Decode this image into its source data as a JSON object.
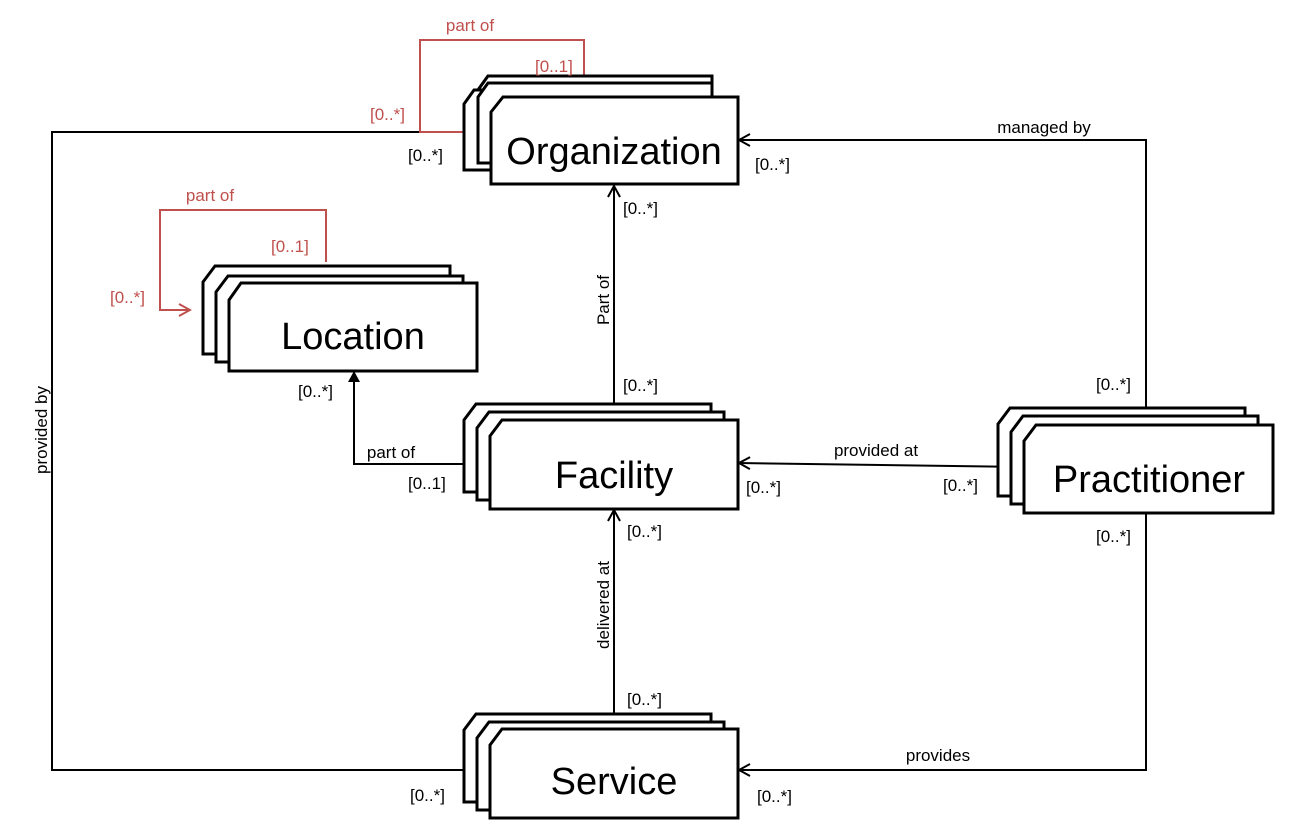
{
  "colors": {
    "line": "#000000",
    "self_relation": "#c0504d",
    "background": "#ffffff"
  },
  "nodes": {
    "organization": "Organization",
    "location": "Location",
    "facility": "Facility",
    "practitioner": "Practitioner",
    "service": "Service"
  },
  "relations": {
    "organization_part_of": {
      "label": "part of",
      "upper": "[0..1]",
      "lower": "[0..*]"
    },
    "location_part_of": {
      "label": "part of",
      "upper": "[0..1]",
      "lower": "[0..*]"
    },
    "service_provided_by": {
      "label": "provided by",
      "org_end": "[0..*]",
      "service_end": "[0..*]"
    },
    "practitioner_managed_by": {
      "label": "managed by",
      "org_end": "[0..*]",
      "practitioner_end": "[0..*]"
    },
    "facility_part_of_org": {
      "label": "Part of",
      "org_end": "[0..*]",
      "facility_end": "[0..*]"
    },
    "facility_part_of_location": {
      "label": "part of",
      "location_end": "[0..*]",
      "facility_end": "[0..1]"
    },
    "practitioner_provided_at": {
      "label": "provided at",
      "facility_end": "[0..*]",
      "practitioner_end": "[0..*]"
    },
    "service_delivered_at": {
      "label": "delivered at",
      "facility_end": "[0..*]",
      "service_end": "[0..*]"
    },
    "practitioner_provides": {
      "label": "provides",
      "service_end": "[0..*]",
      "practitioner_end": "[0..*]"
    }
  }
}
